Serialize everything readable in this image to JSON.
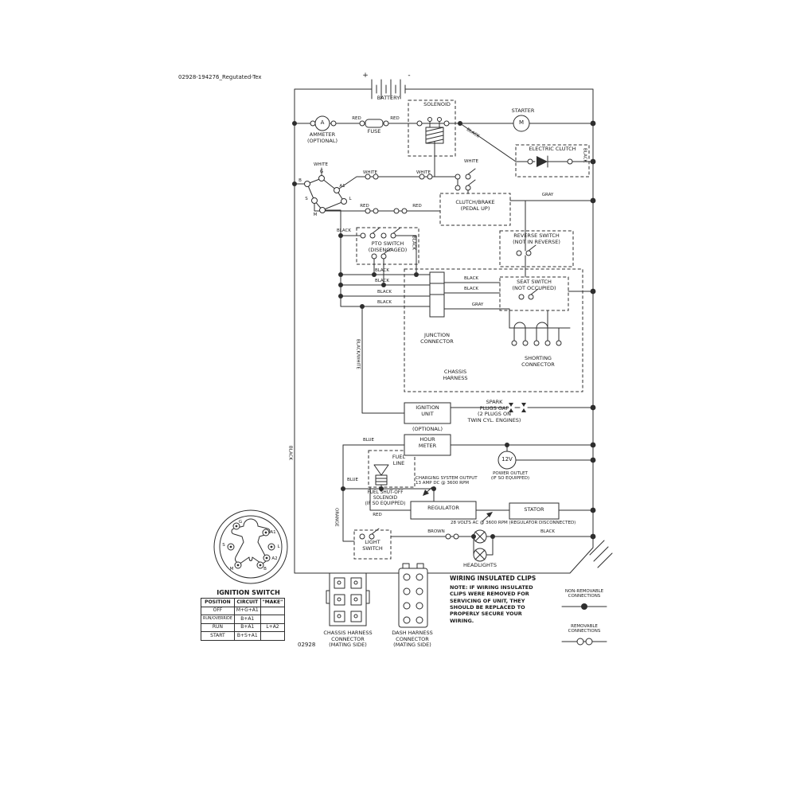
{
  "title": {
    "doc_code": "02928-194276_Regutated-Tex",
    "diagram_number": "02928"
  },
  "components": {
    "battery": "BATTERY",
    "battery_plus": "+",
    "battery_minus": "-",
    "solenoid": "SOLENOID",
    "starter": "STARTER",
    "starter_m": "M",
    "ammeter": "AMMETER\n(OPTIONAL)",
    "ammeter_a": "A",
    "fuse": "FUSE",
    "electric_clutch": "ELECTRIC CLUTCH",
    "clutch_brake": "CLUTCH/BRAKE\n(PEDAL UP)",
    "pto_switch": "PTO SWITCH\n(DISENGAGED)",
    "reverse_switch": "REVERSE SWITCH\n(NOT IN REVERSE)",
    "seat_switch": "SEAT SWITCH\n(NOT OCCUPIED)",
    "junction_connector": "JUNCTION\nCONNECTOR",
    "shorting_connector": "SHORTING\nCONNECTOR",
    "chassis_harness": "CHASSIS\nHARNESS",
    "ignition_unit": "IGNITION\nUNIT",
    "spark_plugs": "SPARK\nPLUGS GAP\n(2 PLUGS ON\nTWIN CYL. ENGINES)",
    "optional": "(OPTIONAL)",
    "hour_meter": "HOUR\nMETER",
    "fuel_line": "FUEL\nLINE",
    "power_outlet_12v": "12V",
    "power_outlet": "POWER OUTLET\n(IF SO EQUIPPED)",
    "charging_output": "CHARGING SYSTEM OUTPUT\n13 AMP DC @ 3600 RPM",
    "fuel_shutoff": "FUEL SHUT-OFF\nSOLENOID\n(IF SO EQUIPPED)",
    "regulator": "REGULATOR",
    "stator": "STATOR",
    "stator_note": "28 VOLTS AC @ 3600 RPM (REGULATOR DISCONNECTED)",
    "light_switch": "LIGHT\nSWITCH",
    "headlights": "HEADLIGHTS"
  },
  "wire_labels": {
    "red": "RED",
    "black": "BLACK",
    "white": "WHITE",
    "gray": "GRAY",
    "blue": "BLUE",
    "brown": "BROWN",
    "orange": "ORANGE",
    "black_white": "BLACK/WHITE"
  },
  "switch_terminals": {
    "b": "B",
    "s": "S",
    "m": "M",
    "g": "G",
    "l": "L",
    "a1": "A1",
    "a2": "A2"
  },
  "ignition_switch": {
    "title": "IGNITION SWITCH",
    "table": {
      "headers": [
        "POSITION",
        "CIRCUIT",
        "\"MAKE\""
      ],
      "rows": [
        [
          "OFF",
          "M+G+A1",
          ""
        ],
        [
          "RUN/OVERRIDE",
          "B+A1",
          ""
        ],
        [
          "RUN",
          "B+A1",
          "L+A2"
        ],
        [
          "START",
          "B+S+A1",
          ""
        ]
      ]
    }
  },
  "connectors": {
    "chassis": "CHASSIS HARNESS\nCONNECTOR\n(MATING SIDE)",
    "dash": "DASH HARNESS\nCONNECTOR\n(MATING SIDE)"
  },
  "notes": {
    "clips_title": "WIRING INSULATED CLIPS",
    "clips_note": "NOTE: IF WIRING INSULATED\nCLIPS WERE REMOVED FOR\nSERVICING OF UNIT, THEY\nSHOULD BE REPLACED TO\nPROPERLY SECURE YOUR\nWIRING.",
    "non_removable": "NON-REMOVABLE\nCONNECTIONS",
    "removable": "REMOVABLE\nCONNECTIONS"
  }
}
